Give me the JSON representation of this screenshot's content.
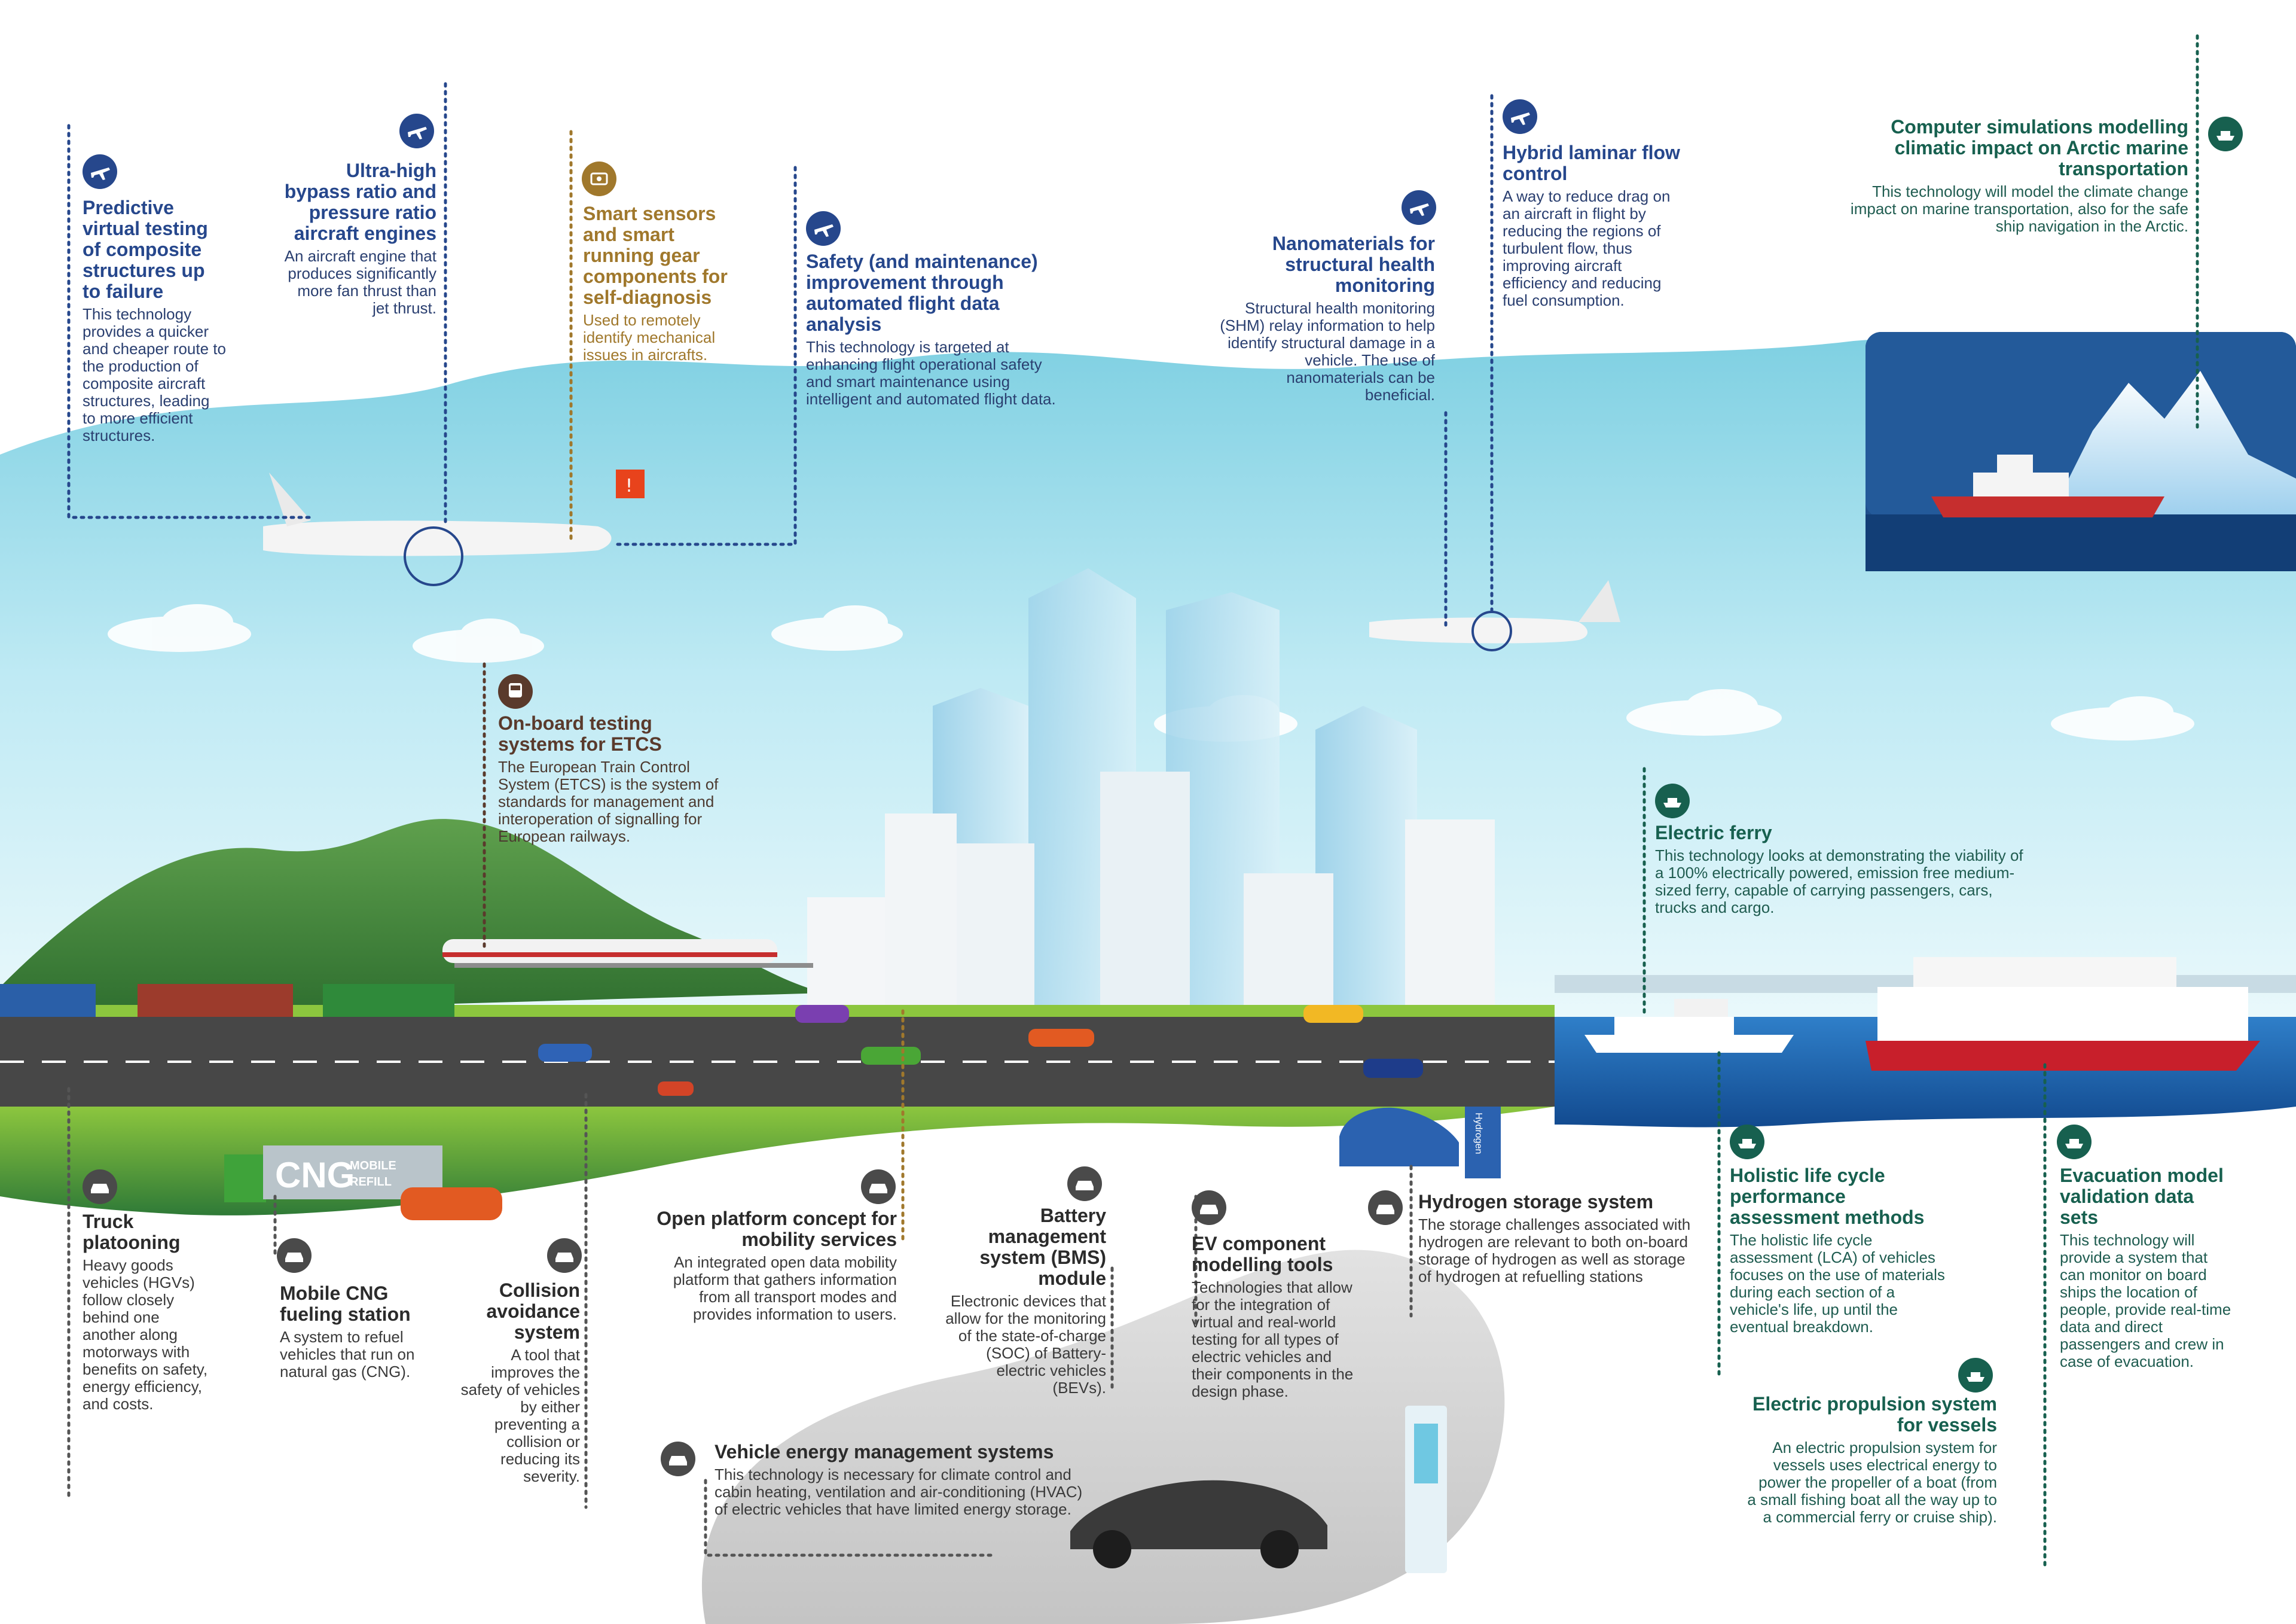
{
  "colors": {
    "aviation": "#26478c",
    "sensor": "#a0782c",
    "rail": "#5a3a2c",
    "road": "#4a4a4a",
    "waterborne": "#17604f",
    "sky": "#bfeaf4",
    "sky_deep": "#6cc6dc",
    "grass": "#3f8a3a"
  },
  "annotations": {
    "predictive_testing": {
      "icon": "airplane-icon",
      "title": "Predictive virtual testing of composite structures up to failure",
      "text": "This technology provides a quicker and cheaper route to the production of composite aircraft structures, leading to more efficient structures."
    },
    "ultra_high_bypass": {
      "icon": "airplane-icon",
      "title": "Ultra-high bypass ratio and pressure ratio aircraft engines",
      "text": "An aircraft engine that produces significantly more fan thrust than jet thrust."
    },
    "smart_sensors": {
      "icon": "sensor-icon",
      "title": "Smart sensors and smart running gear components for self-diagnosis",
      "text": "Used to remotely identify mechanical issues in aircrafts."
    },
    "flight_data": {
      "icon": "airplane-icon",
      "title": "Safety (and maintenance) improvement through automated flight data analysis",
      "text": "This technology is targeted at enhancing flight operational safety and smart maintenance using intelligent and automated flight data."
    },
    "nanomaterials": {
      "icon": "airplane-icon",
      "title": "Nanomaterials for structural health monitoring",
      "text": "Structural health monitoring (SHM) relay information to help identify structural damage in a vehicle. The use of nanomaterials can be beneficial."
    },
    "laminar_flow": {
      "icon": "airplane-icon",
      "title": "Hybrid laminar flow control",
      "text": "A way to reduce drag on an aircraft in flight by reducing the regions of turbulent flow, thus improving aircraft efficiency and reducing fuel consumption."
    },
    "arctic_simulations": {
      "icon": "ship-icon",
      "title": "Computer simulations modelling climatic impact on Arctic marine transportation",
      "text": "This technology will model the climate change  impact on marine transportation, also for the safe ship navigation in the Arctic."
    },
    "etcs": {
      "icon": "train-icon",
      "title": "On-board testing systems for ETCS",
      "text": "The European Train Control System (ETCS) is the system of standards for management and interoperation of signalling for European railways."
    },
    "electric_ferry": {
      "icon": "ship-icon",
      "title": "Electric ferry",
      "text": "This technology looks at demonstrating the viability of a 100% electrically powered, emission free medium-sized ferry, capable of carrying passengers, cars, trucks and cargo."
    },
    "truck_platooning": {
      "icon": "car-icon",
      "title": "Truck platooning",
      "text": "Heavy goods vehicles (HGVs) follow closely behind one another along motorways with benefits on safety, energy efficiency, and costs."
    },
    "cng_station": {
      "icon": "car-icon",
      "title": "Mobile CNG fueling station",
      "text": "A system to refuel vehicles that run on natural gas (CNG)."
    },
    "collision_avoidance": {
      "icon": "car-icon",
      "title": "Collision avoidance system",
      "text": "A tool that improves the safety of vehicles by either preventing a collision or reducing its severity."
    },
    "open_platform": {
      "icon": "car-icon",
      "title": "Open platform concept for mobility services",
      "text": "An integrated open data mobility platform that gathers information from all transport modes and provides information to users."
    },
    "bms": {
      "icon": "car-icon",
      "title": "Battery management system (BMS) module",
      "text": "Electronic devices that allow for the monitoring of the state-of-charge (SOC) of Battery-electric vehicles (BEVs)."
    },
    "ev_modelling": {
      "icon": "car-icon",
      "title": "EV component modelling tools",
      "text": "Technologies that allow for the integration of virtual and real-world testing for all types of electric vehicles and their components in the design phase."
    },
    "hydrogen_storage": {
      "icon": "car-icon",
      "title": "Hydrogen storage system",
      "text": "The storage challenges associated with hydrogen are relevant to both on-board storage of hydrogen as well as storage of hydrogen at refuelling stations"
    },
    "lca": {
      "icon": "ship-icon",
      "title": "Holistic life cycle performance assessment methods",
      "text": "The holistic life cycle assessment (LCA) of vehicles focuses on the use of materials during each section of a vehicle's life, up until the eventual breakdown."
    },
    "evacuation": {
      "icon": "ship-icon",
      "title": "Evacuation model validation data sets",
      "text": "This technology will provide a system that can monitor on board ships the location of people, provide real-time data and direct passengers and crew in case of evacuation."
    },
    "electric_propulsion": {
      "icon": "ship-icon",
      "title": "Electric propulsion system for vessels",
      "text": "An electric propulsion system for vessels uses electrical energy to power the propeller of a boat (from a small fishing boat all the way up to a commercial ferry or cruise ship)."
    },
    "vehicle_energy": {
      "icon": "car-icon",
      "title": "Vehicle energy management systems",
      "text": "This technology is necessary for climate control and cabin heating, ventilation and air-conditioning (HVAC) of electric vehicles that have limited energy storage."
    }
  },
  "signage": {
    "cng_trailer_main": "CNG",
    "cng_trailer_sub1": "MOBILE",
    "cng_trailer_sub2": "REFILL",
    "hydrogen_pump": "Hydrogen"
  }
}
